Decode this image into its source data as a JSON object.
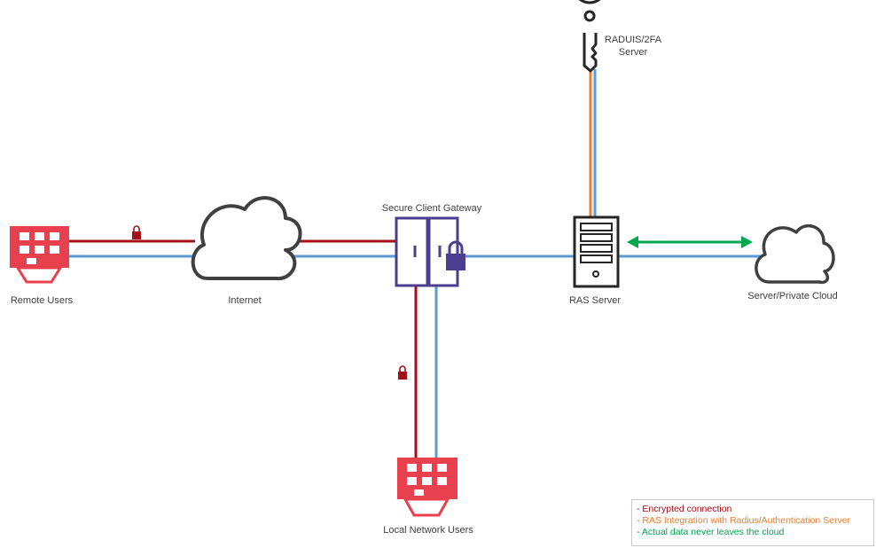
{
  "labels": {
    "remote_users": "Remote Users",
    "internet": "Internet",
    "gateway": "Secure Client Gateway",
    "ras_server": "RAS Server",
    "radius_line1": "RADUIS/2FA",
    "radius_line2": "Server",
    "private_cloud": "Server/Private Cloud",
    "local_users": "Local Network Users"
  },
  "legend": {
    "encrypted": "- Encrypted connection",
    "radius": "- RAS Integration with Radius/Authentication Server",
    "data": "- Actual data never leaves the cloud"
  },
  "colors": {
    "encrypted": "#a50f18",
    "radius": "#ed7d31",
    "data": "#00a650",
    "link": "#5b9bd5",
    "users_icon": "#e8404c",
    "gateway": "#4b3d8f"
  }
}
